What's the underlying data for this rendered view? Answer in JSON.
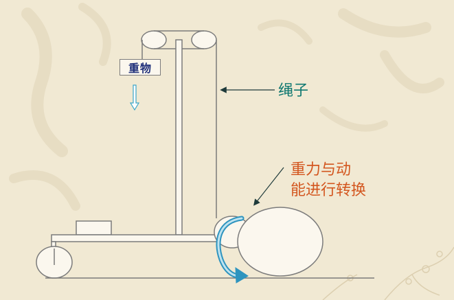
{
  "labels": {
    "weight": "重物",
    "rope": "绳子",
    "conversion_line1": "重力与动",
    "conversion_line2": "能进行转换"
  },
  "colors": {
    "background": "#f1e9d3",
    "outline": "#7b7b7b",
    "weight_text": "#1f2f7a",
    "rope_label": "#0f7870",
    "conversion_text": "#d3561f",
    "down_arrow": "#3aa5c8",
    "rotation_arrow": "#2e94bf"
  }
}
